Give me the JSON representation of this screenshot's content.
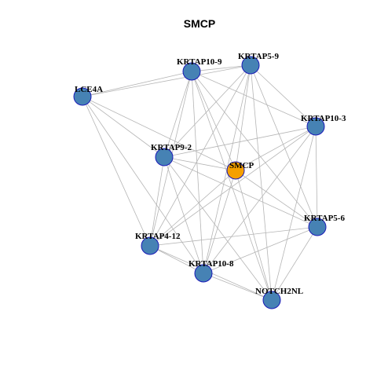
{
  "title": "SMCP",
  "colors": {
    "hub": "#f5a000",
    "neighbor": "#4682b4",
    "node_border": "#1a1ab8",
    "edge": "#b5b5b5"
  },
  "nodes": [
    {
      "id": "SMCP",
      "label": "SMCP",
      "role": "hub"
    },
    {
      "id": "KRTAP10-9",
      "label": "KRTAP10-9",
      "role": "neighbor"
    },
    {
      "id": "KRTAP5-9",
      "label": "KRTAP5-9",
      "role": "neighbor"
    },
    {
      "id": "LCE4A",
      "label": "LCE4A",
      "role": "neighbor"
    },
    {
      "id": "KRTAP10-3",
      "label": "KRTAP10-3",
      "role": "neighbor"
    },
    {
      "id": "KRTAP9-2",
      "label": "KRTAP9-2",
      "role": "neighbor"
    },
    {
      "id": "KRTAP5-6",
      "label": "KRTAP5-6",
      "role": "neighbor"
    },
    {
      "id": "KRTAP4-12",
      "label": "KRTAP4-12",
      "role": "neighbor"
    },
    {
      "id": "KRTAP10-8",
      "label": "KRTAP10-8",
      "role": "neighbor"
    },
    {
      "id": "NOTCH2NL",
      "label": "NOTCH2NL",
      "role": "neighbor"
    }
  ],
  "edges": [
    [
      "KRTAP10-9",
      "KRTAP5-9"
    ],
    [
      "KRTAP10-9",
      "LCE4A"
    ],
    [
      "KRTAP10-9",
      "KRTAP10-3"
    ],
    [
      "KRTAP10-9",
      "KRTAP9-2"
    ],
    [
      "KRTAP10-9",
      "SMCP"
    ],
    [
      "KRTAP10-9",
      "KRTAP5-6"
    ],
    [
      "KRTAP10-9",
      "KRTAP4-12"
    ],
    [
      "KRTAP10-9",
      "KRTAP10-8"
    ],
    [
      "KRTAP10-9",
      "NOTCH2NL"
    ],
    [
      "KRTAP5-9",
      "LCE4A"
    ],
    [
      "KRTAP5-9",
      "KRTAP10-3"
    ],
    [
      "KRTAP5-9",
      "KRTAP9-2"
    ],
    [
      "KRTAP5-9",
      "SMCP"
    ],
    [
      "KRTAP5-9",
      "KRTAP5-6"
    ],
    [
      "KRTAP5-9",
      "KRTAP4-12"
    ],
    [
      "KRTAP5-9",
      "KRTAP10-8"
    ],
    [
      "KRTAP5-9",
      "NOTCH2NL"
    ],
    [
      "LCE4A",
      "KRTAP9-2"
    ],
    [
      "LCE4A",
      "SMCP"
    ],
    [
      "LCE4A",
      "KRTAP4-12"
    ],
    [
      "LCE4A",
      "KRTAP10-8"
    ],
    [
      "KRTAP10-3",
      "KRTAP9-2"
    ],
    [
      "KRTAP10-3",
      "SMCP"
    ],
    [
      "KRTAP10-3",
      "KRTAP5-6"
    ],
    [
      "KRTAP10-3",
      "KRTAP4-12"
    ],
    [
      "KRTAP10-3",
      "KRTAP10-8"
    ],
    [
      "KRTAP10-3",
      "NOTCH2NL"
    ],
    [
      "KRTAP9-2",
      "SMCP"
    ],
    [
      "KRTAP9-2",
      "KRTAP5-6"
    ],
    [
      "KRTAP9-2",
      "KRTAP4-12"
    ],
    [
      "KRTAP9-2",
      "KRTAP10-8"
    ],
    [
      "KRTAP9-2",
      "NOTCH2NL"
    ],
    [
      "SMCP",
      "KRTAP5-6"
    ],
    [
      "SMCP",
      "KRTAP4-12"
    ],
    [
      "SMCP",
      "KRTAP10-8"
    ],
    [
      "SMCP",
      "NOTCH2NL"
    ],
    [
      "KRTAP5-6",
      "KRTAP4-12"
    ],
    [
      "KRTAP5-6",
      "KRTAP10-8"
    ],
    [
      "KRTAP5-6",
      "NOTCH2NL"
    ],
    [
      "KRTAP4-12",
      "KRTAP10-8"
    ],
    [
      "KRTAP4-12",
      "NOTCH2NL"
    ],
    [
      "KRTAP10-8",
      "NOTCH2NL"
    ]
  ]
}
